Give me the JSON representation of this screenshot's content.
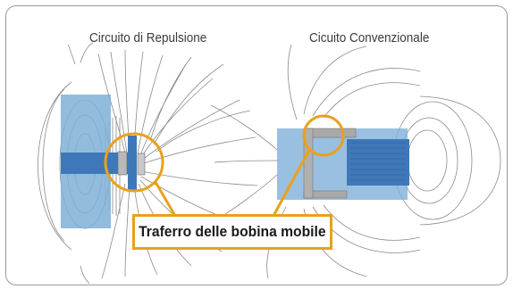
{
  "headings": {
    "left": "Circuito di Repulsione",
    "right": "Cicuito Convenzionale"
  },
  "callout": {
    "label": "Traferro delle bobina mobile"
  },
  "colors": {
    "magnet_fill": "#7fb0d8",
    "core_fill": "#3f78b8",
    "highlight": "#e8a21a",
    "field_lines": "#8a8a8a",
    "frame_border": "#9a9a9a"
  }
}
